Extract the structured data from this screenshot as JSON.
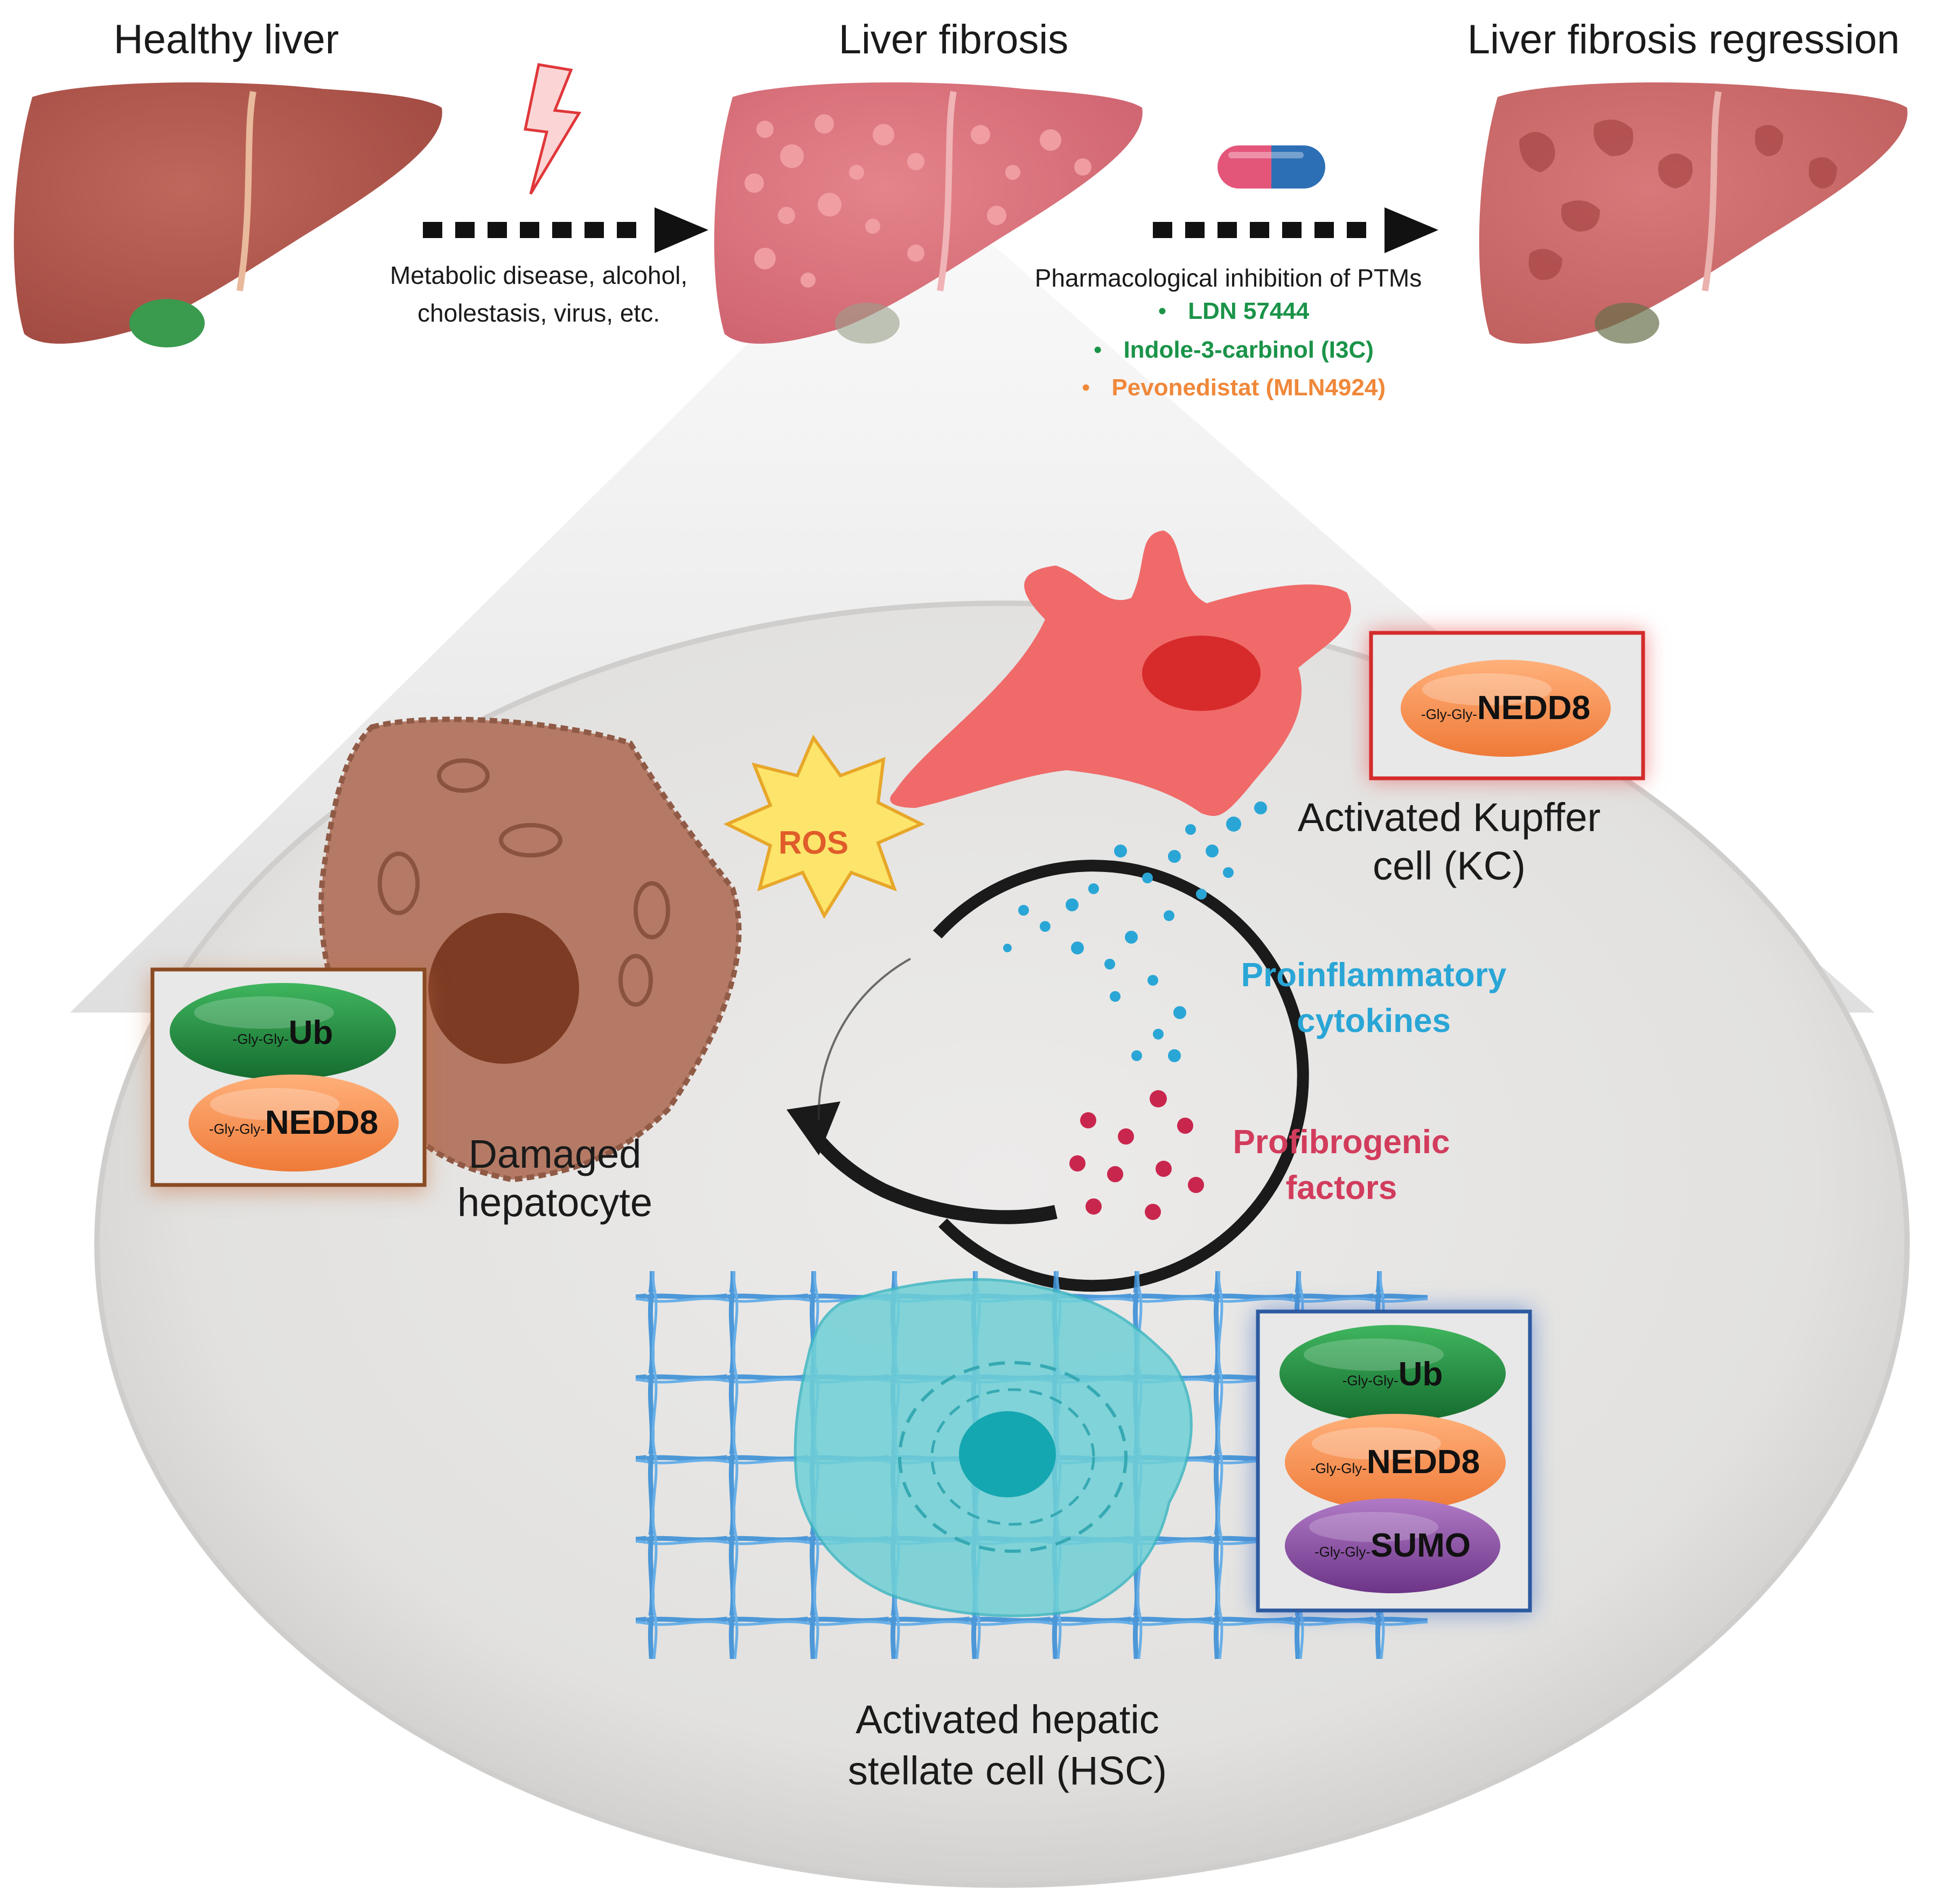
{
  "stages": {
    "healthy": "Healthy liver",
    "fibrosis": "Liver fibrosis",
    "regression": "Liver fibrosis regression"
  },
  "causes": {
    "line1": "Metabolic disease, alcohol,",
    "line2": "cholestasis, virus, etc."
  },
  "treatment": {
    "heading": "Pharmacological inhibition of PTMs",
    "drugs": [
      {
        "name": "LDN 57444",
        "color": "#1a9348"
      },
      {
        "name": "Indole-3-carbinol (I3C)",
        "color": "#1a9348"
      },
      {
        "name": "Pevonedistat (MLN4924)",
        "color": "#f0883a"
      }
    ]
  },
  "cells": {
    "kupffer": {
      "line1": "Activated Kupffer",
      "line2": "cell (KC)"
    },
    "hepatocyte": {
      "line1": "Damaged",
      "line2": "hepatocyte"
    },
    "stellate": {
      "line1": "Activated hepatic",
      "line2": "stellate cell (HSC)"
    }
  },
  "ros": "ROS",
  "factors": {
    "cytokines": {
      "line1": "Proinflammatory",
      "line2": "cytokines",
      "color": "#2aa6d6"
    },
    "profibrogenic": {
      "line1": "Profibrogenic",
      "line2": "factors",
      "color": "#d23c5c"
    }
  },
  "modifiers": {
    "prefix": "-Gly-Gly-",
    "ub": "Ub",
    "nedd8": "NEDD8",
    "sumo": "SUMO",
    "colors": {
      "ub": "#1f8a3e",
      "nedd8": "#f5914f",
      "sumo": "#8e4fa6"
    }
  },
  "box_colors": {
    "kc": "#d42b2b",
    "hepatocyte": "#8a4a22",
    "hsc": "#2c5aa0"
  },
  "icons": [
    "lightning-bolt-icon",
    "capsule-pill-icon",
    "dotted-arrow-icon",
    "cycle-arrow-icon"
  ]
}
